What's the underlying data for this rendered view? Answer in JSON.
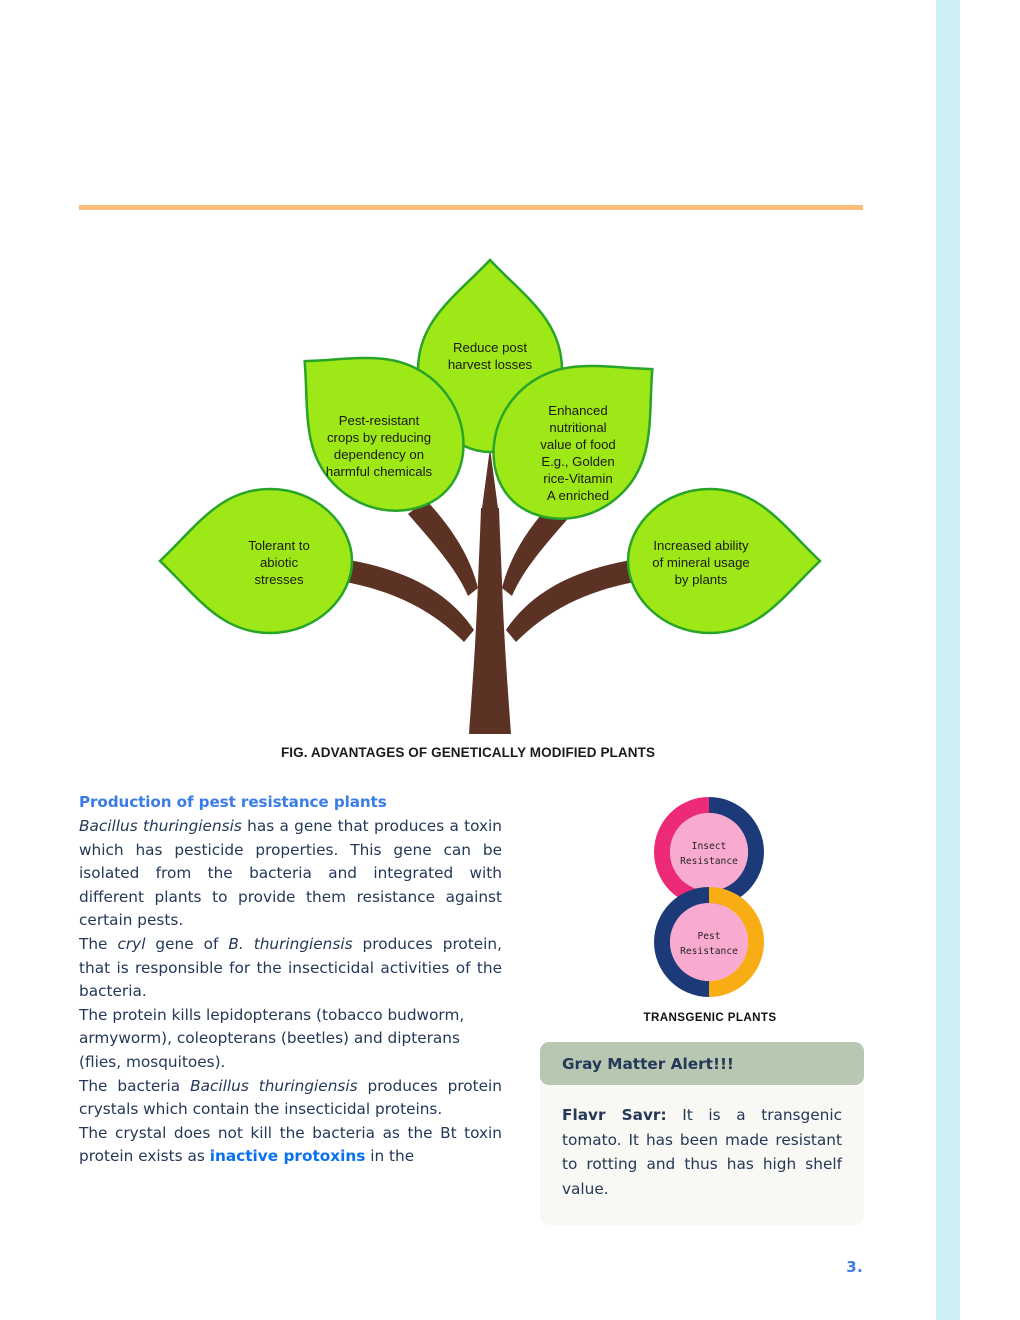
{
  "page": {
    "number": "3.",
    "accent_rule_color": "#FBBE79",
    "edge_strip_color": "#CCEEF5",
    "heading_color": "#3B7DE8"
  },
  "figure_tree": {
    "caption": "FIG. ADVANTAGES OF GENETICALLY MODIFIED PLANTS",
    "leaf_fill": "#9FE817",
    "leaf_stroke": "#28A428",
    "trunk_color": "#5C3225",
    "leaves": [
      {
        "id": "top",
        "lines": [
          "Reduce post",
          "harvest losses"
        ]
      },
      {
        "id": "upper-left",
        "lines": [
          "Pest-resistant",
          "crops by reducing",
          "dependency on",
          "harmful chemicals"
        ]
      },
      {
        "id": "upper-right",
        "lines": [
          "Enhanced",
          "nutritional",
          "value of food",
          "E.g., Golden",
          "rice-Vitamin",
          "A enriched"
        ]
      },
      {
        "id": "lower-left",
        "lines": [
          "Tolerant to",
          "abiotic",
          "stresses"
        ]
      },
      {
        "id": "lower-right",
        "lines": [
          "Increased ability",
          "of mineral usage",
          "by plants"
        ]
      }
    ]
  },
  "article": {
    "heading": "Production of pest resistance plants",
    "paragraphs": [
      {
        "id": "p1",
        "runs": [
          {
            "text": "Bacillus thuringiensis",
            "style": "italic"
          },
          {
            "text": " has a gene that produces a toxin which has pesticide properties. This gene can be isolated from the bacteria and integrated with different plants to provide them resistance against certain pests.",
            "style": "normal"
          }
        ]
      },
      {
        "id": "p2",
        "runs": [
          {
            "text": "The ",
            "style": "normal"
          },
          {
            "text": "cryl",
            "style": "italic"
          },
          {
            "text": " gene of ",
            "style": "normal"
          },
          {
            "text": "B. thuringiensis",
            "style": "italic"
          },
          {
            "text": " produces protein, that is responsible for the insecticidal activities of the bacteria.",
            "style": "normal"
          }
        ]
      },
      {
        "id": "p3",
        "runs": [
          {
            "text": "The protein kills lepidopterans (tobacco budworm, armyworm), coleopterans (beetles) and dipterans (flies, mosquitoes).",
            "style": "normal"
          }
        ]
      },
      {
        "id": "p4",
        "runs": [
          {
            "text": "The bacteria ",
            "style": "normal"
          },
          {
            "text": "Bacillus thuringiensis",
            "style": "italic"
          },
          {
            "text": " produces protein crystals which contain the insecticidal proteins.",
            "style": "normal"
          }
        ]
      },
      {
        "id": "p5",
        "runs": [
          {
            "text": "The crystal does not kill the bacteria as the Bt toxin protein exists as ",
            "style": "normal"
          },
          {
            "text": "inactive protoxins",
            "style": "highlight"
          },
          {
            "text": " in the",
            "style": "normal"
          }
        ]
      }
    ]
  },
  "figure_transgenic": {
    "caption": "TRANSGENIC PLANTS",
    "colors": {
      "magenta": "#ED2A77",
      "navy": "#1D3A78",
      "orange": "#F9AD15",
      "inner_pink": "#F9AAD0"
    },
    "rings": [
      {
        "id": "top",
        "lines": [
          "Insect",
          "Resistance"
        ],
        "left_color": "#ED2A77",
        "right_color": "#1D3A78"
      },
      {
        "id": "bottom",
        "lines": [
          "Pest",
          "Resistance"
        ],
        "left_color": "#1D3A78",
        "right_color": "#F9AD15"
      }
    ]
  },
  "alert": {
    "title": "Gray Matter Alert!!!",
    "term": "Flavr Savr:",
    "text": " It is a transgenic tomato. It has been made resistant to rotting and thus has high shelf value.",
    "header_color": "#B7C7B2",
    "body_color": "#F8F8F4"
  }
}
